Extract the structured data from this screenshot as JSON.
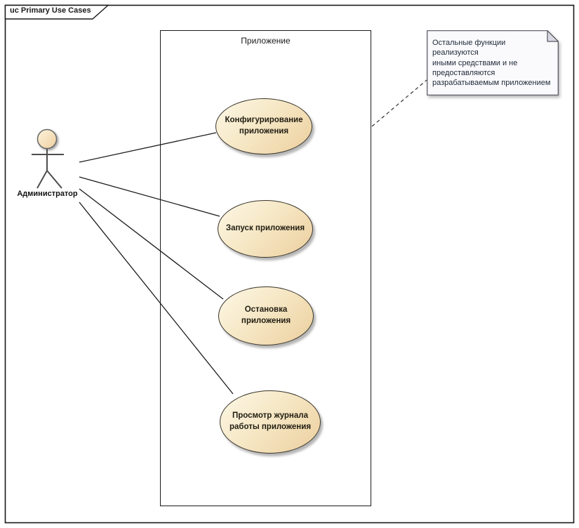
{
  "frame": {
    "title": "uc Primary Use Cases"
  },
  "system_boundary": {
    "label": "Приложение"
  },
  "actor": {
    "label": "Администратор"
  },
  "use_cases": [
    {
      "label": "Конфигурирование приложения"
    },
    {
      "label": "Запуск приложения"
    },
    {
      "label": "Остановка приложения"
    },
    {
      "label": "Просмотр журнала работы приложения"
    }
  ],
  "note": {
    "text": "Остальные функции реализуются\nиными средствами и не\nпредоставляются\nразрабатываемым приложением"
  },
  "colors": {
    "usecase_light": "#fdf7e6",
    "usecase_dark": "#eccf9e",
    "usecase_border": "#39342a",
    "note_fill": "#fafafd",
    "note_fold": "#d9d9e3",
    "note_text": "#1e2836",
    "line_color": "#1c1c1c",
    "frame_border": "#1a1a1a"
  }
}
